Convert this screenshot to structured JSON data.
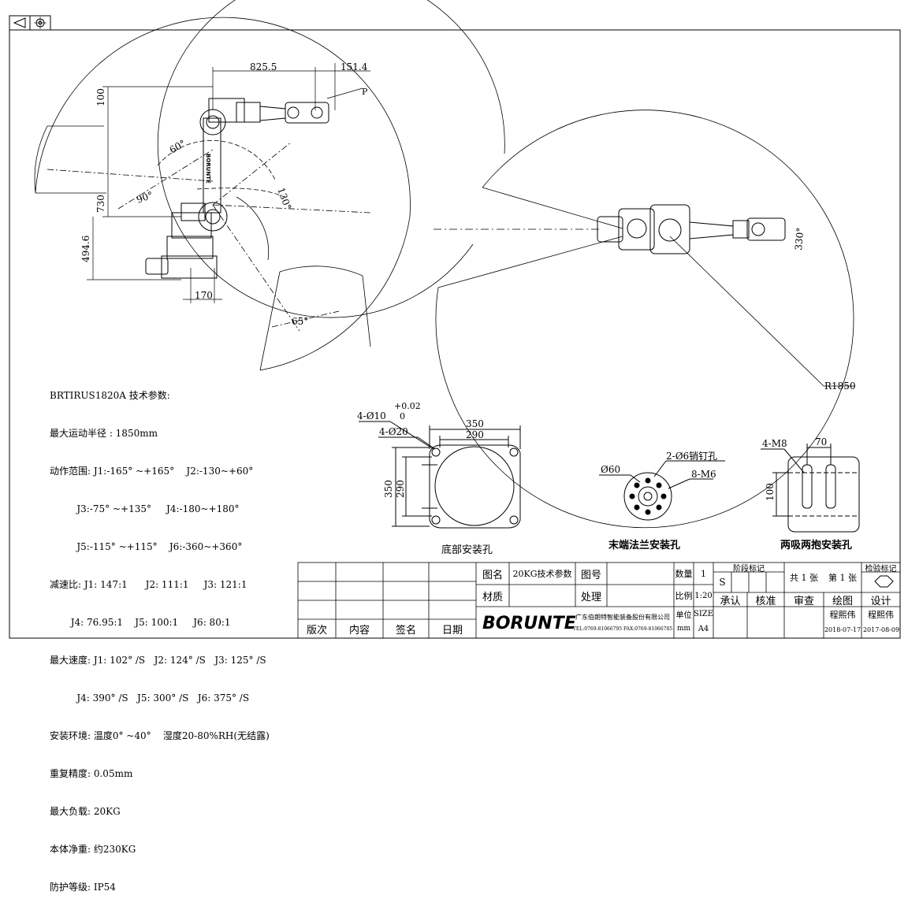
{
  "dimensions": {
    "top_825": "825.5",
    "top_151": "151.4",
    "p_label": "P",
    "d100": "100",
    "d730": "730",
    "d494": "494.6",
    "d170": "170",
    "a60": "60°",
    "a90": "90°",
    "a130": "130°",
    "a65": "65°",
    "a330": "330°",
    "r1850": "R1850"
  },
  "specs": {
    "lines": [
      "BRTIRUS1820A 技术参数:",
      "最大运动半径 : 1850mm",
      "动作范围: J1:-165° ~+165°    J2:-130~+60°",
      "         J3:-75° ~+135°     J4:-180~+180°",
      "         J5:-115° ~+115°    J6:-360~+360°",
      "减速比: J1: 147:1      J2: 111:1     J3: 121:1",
      "       J4: 76.95:1    J5: 100:1     J6: 80:1",
      "最大速度: J1: 102° /S   J2: 124° /S   J3: 125° /S",
      "         J4: 390° /S   J5: 300° /S   J6: 375° /S",
      "安装环境: 温度0° ~40°    湿度20-80%RH(无结露)",
      "重复精度: 0.05mm",
      "最大负载: 20KG",
      "本体净重: 约230KG",
      "防护等级: IP54"
    ]
  },
  "base": {
    "hole1": "4-Ø10",
    "tol_up": "+0.02",
    "tol_low": "0",
    "hole2": "4-Ø20",
    "w350": "350",
    "w290": "290",
    "h350": "350",
    "h290": "290",
    "caption": "底部安装孔"
  },
  "flange": {
    "pin": "2-Ø6销钉孔",
    "dia": "Ø60",
    "screw": "8-M6",
    "caption": "末端法兰安装孔"
  },
  "clamp": {
    "screw": "4-M8",
    "w70": "70",
    "h100": "100",
    "caption": "两吸两抱安装孔"
  },
  "titleblock": {
    "tuming": "图名",
    "tuming_val": "20KG技术参数",
    "tuhao": "图号",
    "caizhi": "材质",
    "chuli": "处理",
    "shuliang": "数量",
    "shuliang_val": "1",
    "bili": "比例",
    "bili_val": "1:20",
    "danwei": "单位",
    "danwei_val": "mm",
    "size": "SIZE",
    "size_val": "A4",
    "jieduan": "阶段标记",
    "s": "S",
    "gong": "共 1 张",
    "di": "第 1 张",
    "jianyan": "检验标记",
    "chengren": "承认",
    "hezhun": "核准",
    "shencha": "审查",
    "huitu": "绘图",
    "sheji": "设计",
    "name1": "程熙伟",
    "name2": "程熙伟",
    "date1": "2018-07-17",
    "date2": "2017-08-09",
    "banci": "版次",
    "neirong": "内容",
    "qianming": "签名",
    "riqi": "日期",
    "brand": "BORUNTE",
    "company": "广东伯朗特智能装备股份有限公司",
    "contact": "TEL:0769-81066795  FAX:0769-81066785"
  }
}
